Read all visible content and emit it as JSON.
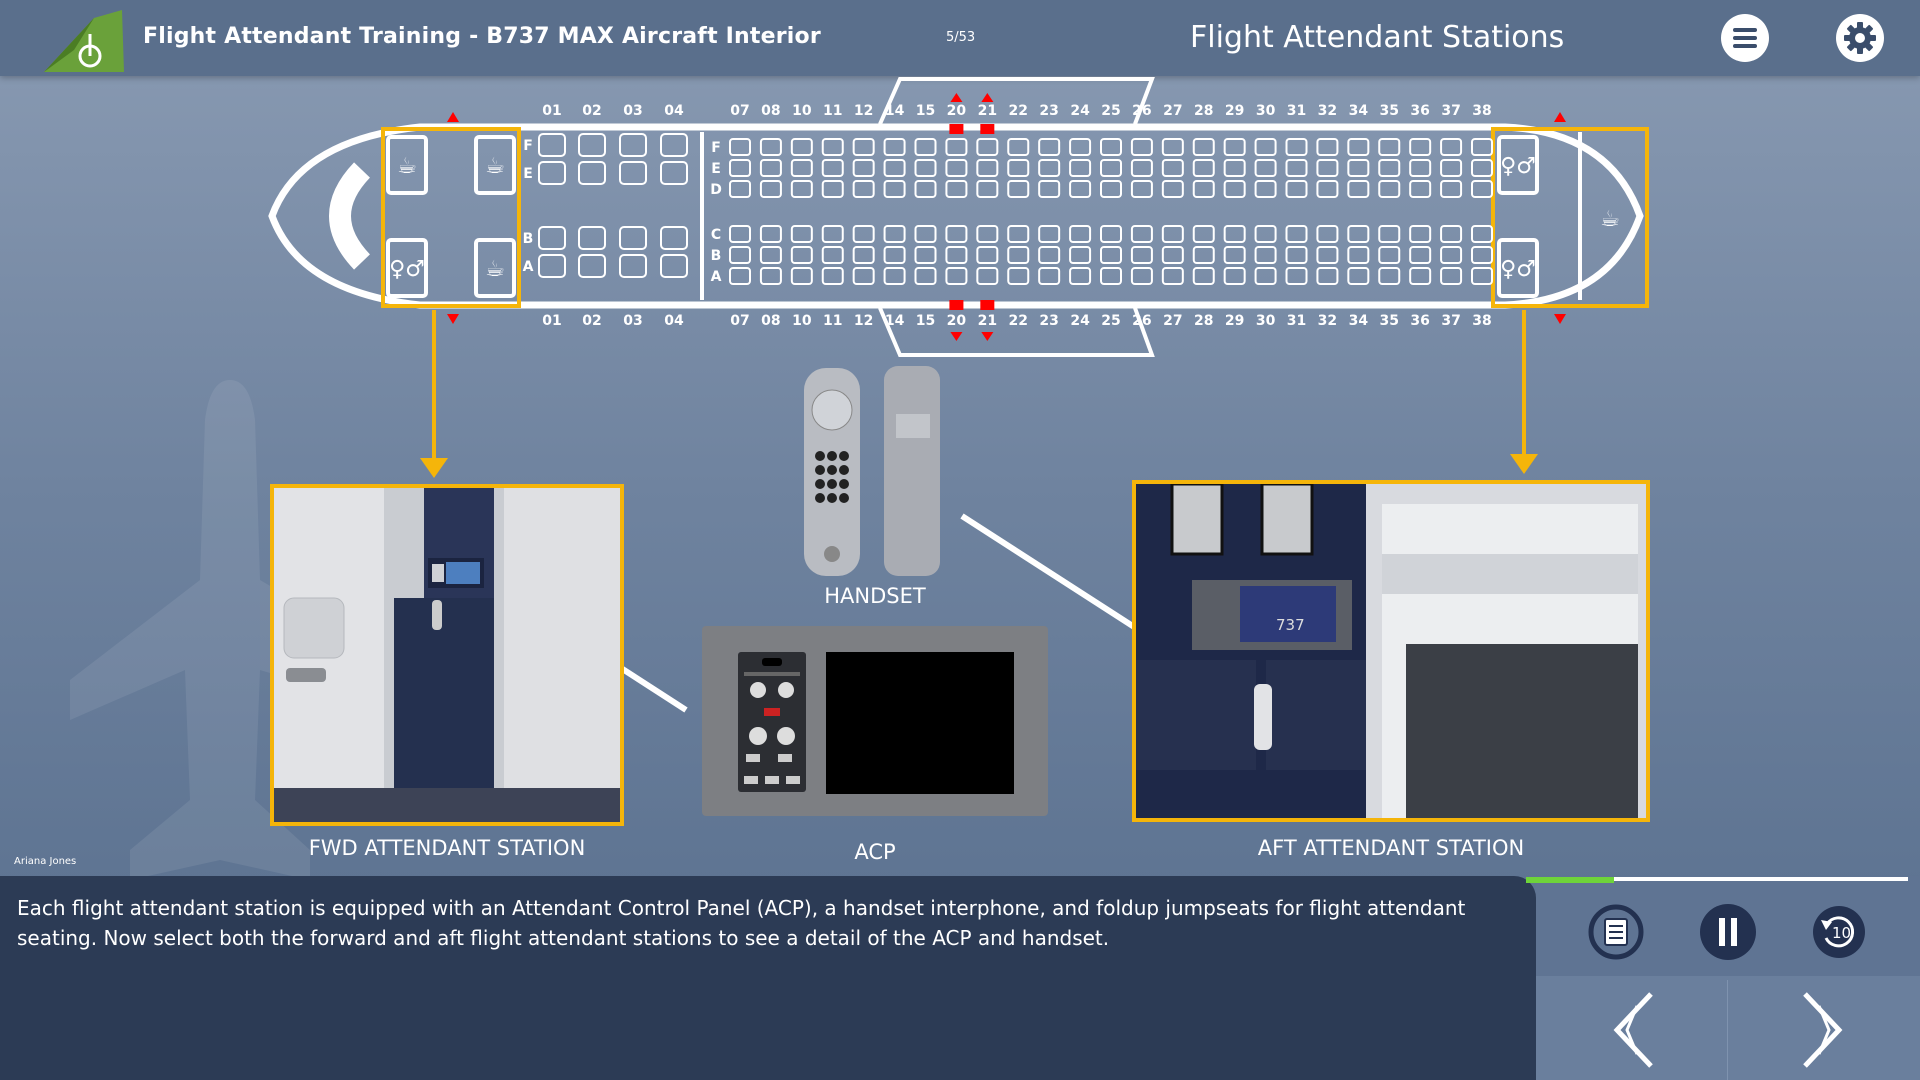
{
  "header": {
    "app_title": "Flight Attendant Training - B737 MAX Aircraft Interior",
    "page_indicator": "5/53",
    "section_title": "Flight Attendant Stations",
    "menu_icon": "hamburger-menu-icon",
    "settings_icon": "gear-icon"
  },
  "seatmap": {
    "rows_front": [
      "01",
      "02",
      "03",
      "04"
    ],
    "rows_main": [
      "07",
      "08",
      "10",
      "11",
      "12",
      "14",
      "15",
      "20",
      "21",
      "22",
      "23",
      "24",
      "25",
      "26",
      "27",
      "28",
      "29",
      "30",
      "31",
      "32",
      "34",
      "35",
      "36",
      "37",
      "38"
    ],
    "seat_letters_top": [
      "F",
      "E",
      "D"
    ],
    "seat_letters_bottom": [
      "C",
      "B",
      "A"
    ],
    "front_letters": [
      "F",
      "E",
      "B",
      "A"
    ],
    "exit_rows": [
      "20",
      "21"
    ]
  },
  "stations": {
    "fwd_label": "FWD ATTENDANT STATION",
    "aft_label": "AFT ATTENDANT STATION",
    "acp_label": "ACP",
    "handset_label": "HANDSET",
    "aft_panel_badge": "737"
  },
  "author": "Ariana Jones",
  "caption": "Each flight attendant station is equipped with an Attendant Control Panel (ACP), a handset interphone, and foldup jumpseats for flight attendant seating. Now select both the forward and aft flight attendant stations to see a detail of the ACP and handset.",
  "player": {
    "progress": 0.23,
    "replay_icon": "replay-transcript-icon",
    "pause_icon": "pause-icon",
    "rewind_icon": "rewind-10-icon",
    "rewind_seconds": "10",
    "prev_icon": "chevron-left-icon",
    "next_icon": "chevron-right-icon"
  },
  "colors": {
    "accent": "#f5b50a",
    "exit": "#ff0000",
    "progress": "#6ed43a"
  }
}
